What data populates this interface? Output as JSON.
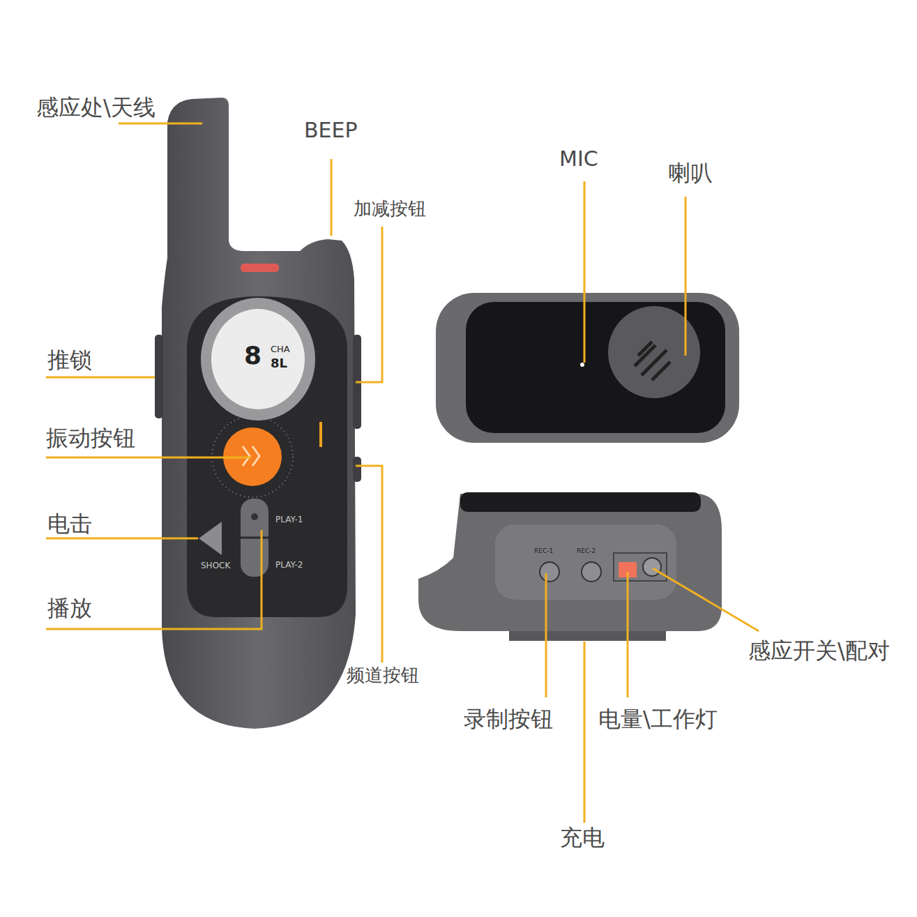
{
  "diagram": {
    "labels": [
      "感应处\\天线",
      "BEEP",
      "加减按钮",
      "推锁",
      "振动按钮",
      "电击",
      "播放",
      "频道按钮",
      "MIC",
      "喇叭",
      "感应开关\\配对",
      "录制按钮",
      "电量\\工作灯",
      "充电",
      "CHA",
      "8",
      "8L",
      "SHOCK",
      "PLAY-1",
      "PLAY-2",
      "REC-1",
      "REC-2"
    ]
  }
}
